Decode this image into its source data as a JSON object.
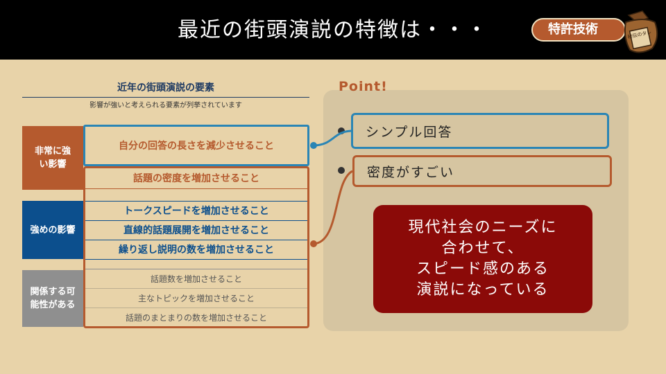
{
  "header": {
    "title": "最近の街頭演説の特徴は・・・",
    "badge": "特許技術",
    "jar_label": "秘伝のタレ"
  },
  "table": {
    "title": "近年の街頭演説の要素",
    "subtitle": "影響が強いと考えられる要素が列挙されています",
    "categories": [
      {
        "label": "非常に強い影響",
        "color": "#b55a2e"
      },
      {
        "label": "強めの影響",
        "color": "#0c4f8d"
      },
      {
        "label": "関係する可能性がある",
        "color": "#8f8f8f"
      }
    ],
    "rows": {
      "r1": "自分の回答の長さを減少させること",
      "r2": "話題の密度を増加させること",
      "r3": "トークスピードを増加させること",
      "r4": "直線的話題展開を増加させること",
      "r5": "繰り返し説明の数を増加させること",
      "r6": "話題数を増加させること",
      "r7": "主なトピックを増加させること",
      "r8": "話題のまとまりの数を増加させること"
    }
  },
  "point": {
    "label": "Point!",
    "item1": "シンプル回答",
    "item2": "密度がすごい",
    "message_lines": [
      "現代社会のニーズに",
      "合わせて、",
      "スピード感のある",
      "演説になっている"
    ]
  },
  "colors": {
    "orange": "#b55a2e",
    "blue": "#2a85b5",
    "navy": "#0c4f8d",
    "red": "#8b0a08",
    "background": "#e8d3a9"
  }
}
